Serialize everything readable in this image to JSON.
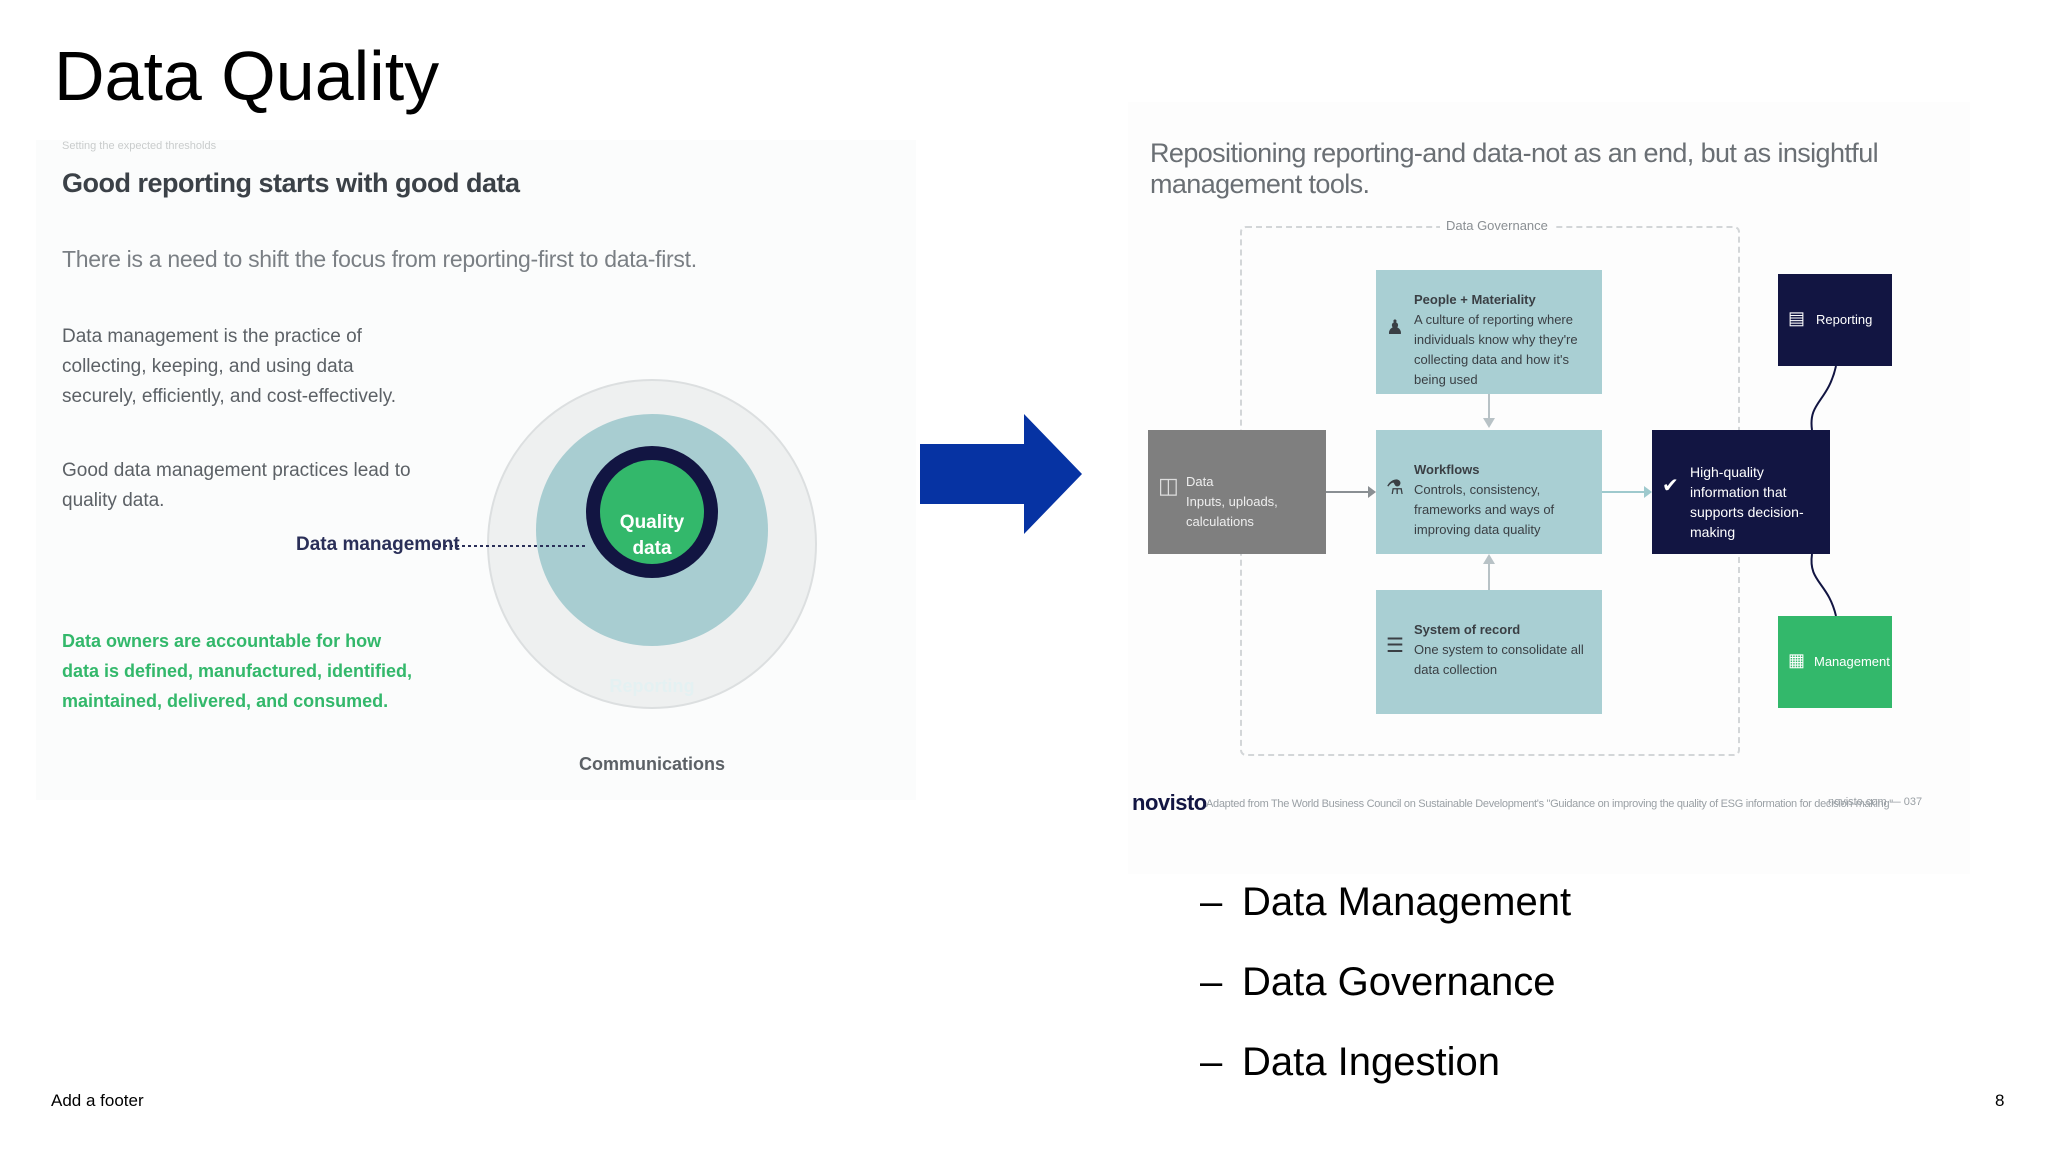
{
  "slide": {
    "title": "Data Quality",
    "footer": "Add a footer",
    "page_number": "8"
  },
  "left_image": {
    "top_faint_text": "Setting the expected thresholds",
    "heading": "Good reporting starts with good data",
    "subheading": "There is a need to shift the focus from reporting-first to data-first.",
    "paragraph1": "Data management is the practice of collecting, keeping, and using data securely, efficiently, and cost-effectively.",
    "paragraph2": "Good data management practices lead to quality data.",
    "green_text": "Data owners are accountable for how data is defined, manufactured, identified, maintained, delivered, and consumed.",
    "callout_label": "Data management",
    "core_label_line1": "Quality",
    "core_label_line2": "data",
    "ring_label": "Reporting",
    "outer_label": "Communications",
    "colors": {
      "outer": "#eef0f0",
      "ring": "#a8cdd1",
      "dark": "#121542",
      "core": "#33b86b"
    }
  },
  "arrow": {
    "color": "#0633a3",
    "icon": "right-arrow-icon"
  },
  "right_image": {
    "heading": "Repositioning reporting-and data-not as an end, but as insightful management tools.",
    "governance_label": "Data Governance",
    "people": {
      "title": "People + Materiality",
      "text": "A culture of reporting where individuals know why they're collecting data and how it's being used",
      "icon": "people-icon"
    },
    "workflows": {
      "title": "Workflows",
      "text": "Controls, consistency, frameworks and ways of improving data quality",
      "icon": "flask-icon"
    },
    "system": {
      "title": "System of record",
      "text": "One system to consolidate all data collection",
      "icon": "layers-icon"
    },
    "data": {
      "title": "Data",
      "text": "Inputs, uploads, calculations",
      "icon": "database-icon"
    },
    "hq": {
      "text": "High-quality information that supports decision-making",
      "icon": "check-badge-icon"
    },
    "reporting": {
      "label": "Reporting",
      "icon": "report-icon"
    },
    "management": {
      "label": "Management",
      "icon": "presentation-icon"
    },
    "logo": "novisto",
    "caption": "Adapted from The World Business Council on Sustainable Development's \"Guidance on improving the quality of ESG information for decision-making\"",
    "page_ref": "novisto.com — 037"
  },
  "bullets": [
    "Data Management",
    "Data Governance",
    "Data Ingestion"
  ],
  "bullet_dash": "–"
}
